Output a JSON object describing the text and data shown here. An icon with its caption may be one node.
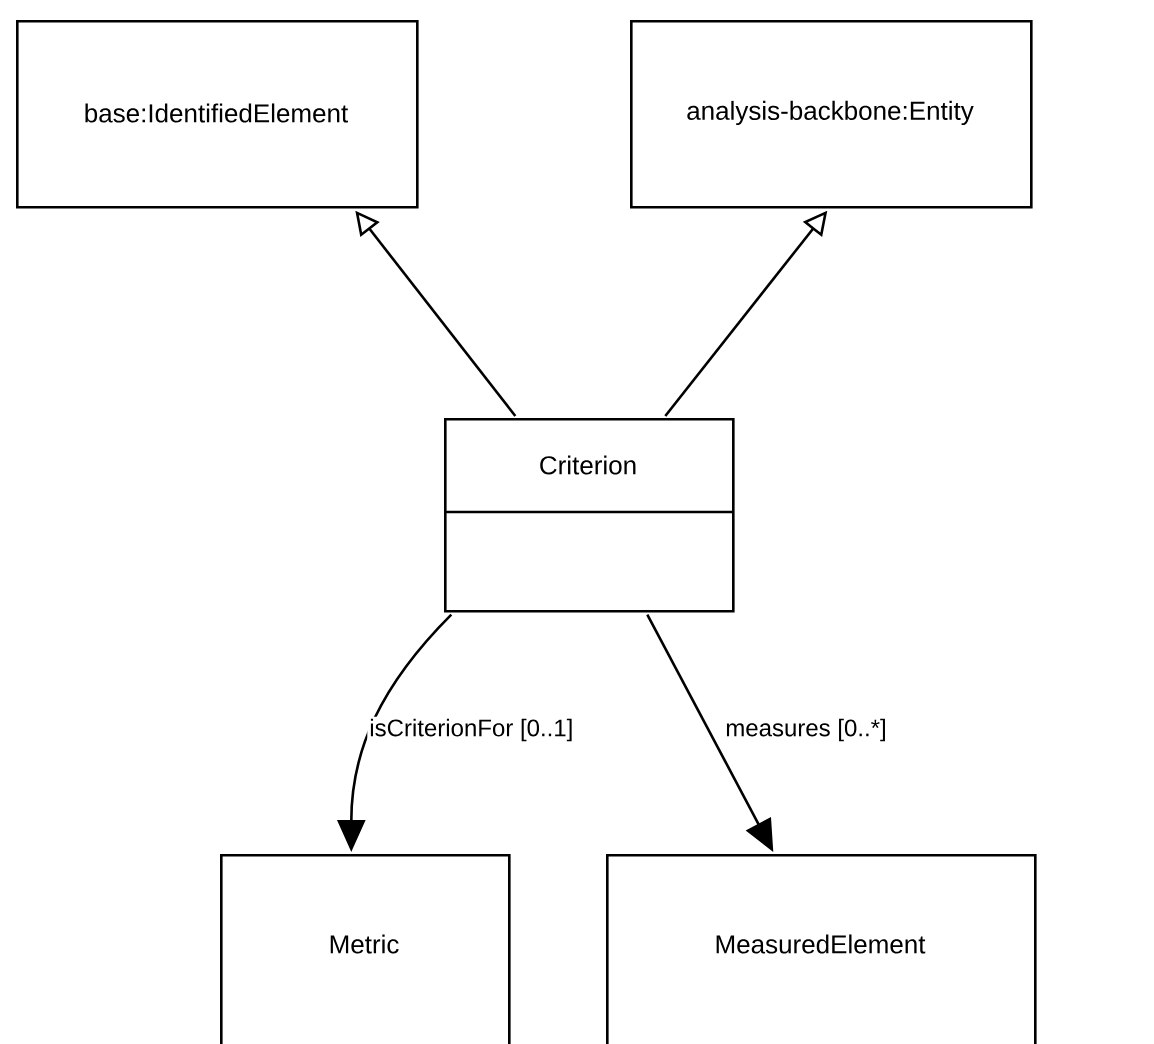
{
  "diagram": {
    "nodes": [
      {
        "text": [
          "base:IdentifiedElement"
        ]
      },
      {
        "text": [
          "analysis-backbone:Entity"
        ]
      },
      {
        "text": [
          "Criterion"
        ]
      },
      {
        "text": [
          "Metric"
        ]
      },
      {
        "text": [
          "MeasuredElement"
        ]
      }
    ],
    "edges": [
      {
        "from": 2,
        "to": 0,
        "arrow": "to"
      },
      {
        "from": 2,
        "to": 1,
        "arrow": "to"
      },
      {
        "from": 2,
        "to": 3,
        "arrow": "to",
        "label": "isCriterionFor [0..1]"
      },
      {
        "from": 2,
        "to": 4,
        "arrow": "to",
        "label": "measures [0..*]"
      }
    ]
  }
}
